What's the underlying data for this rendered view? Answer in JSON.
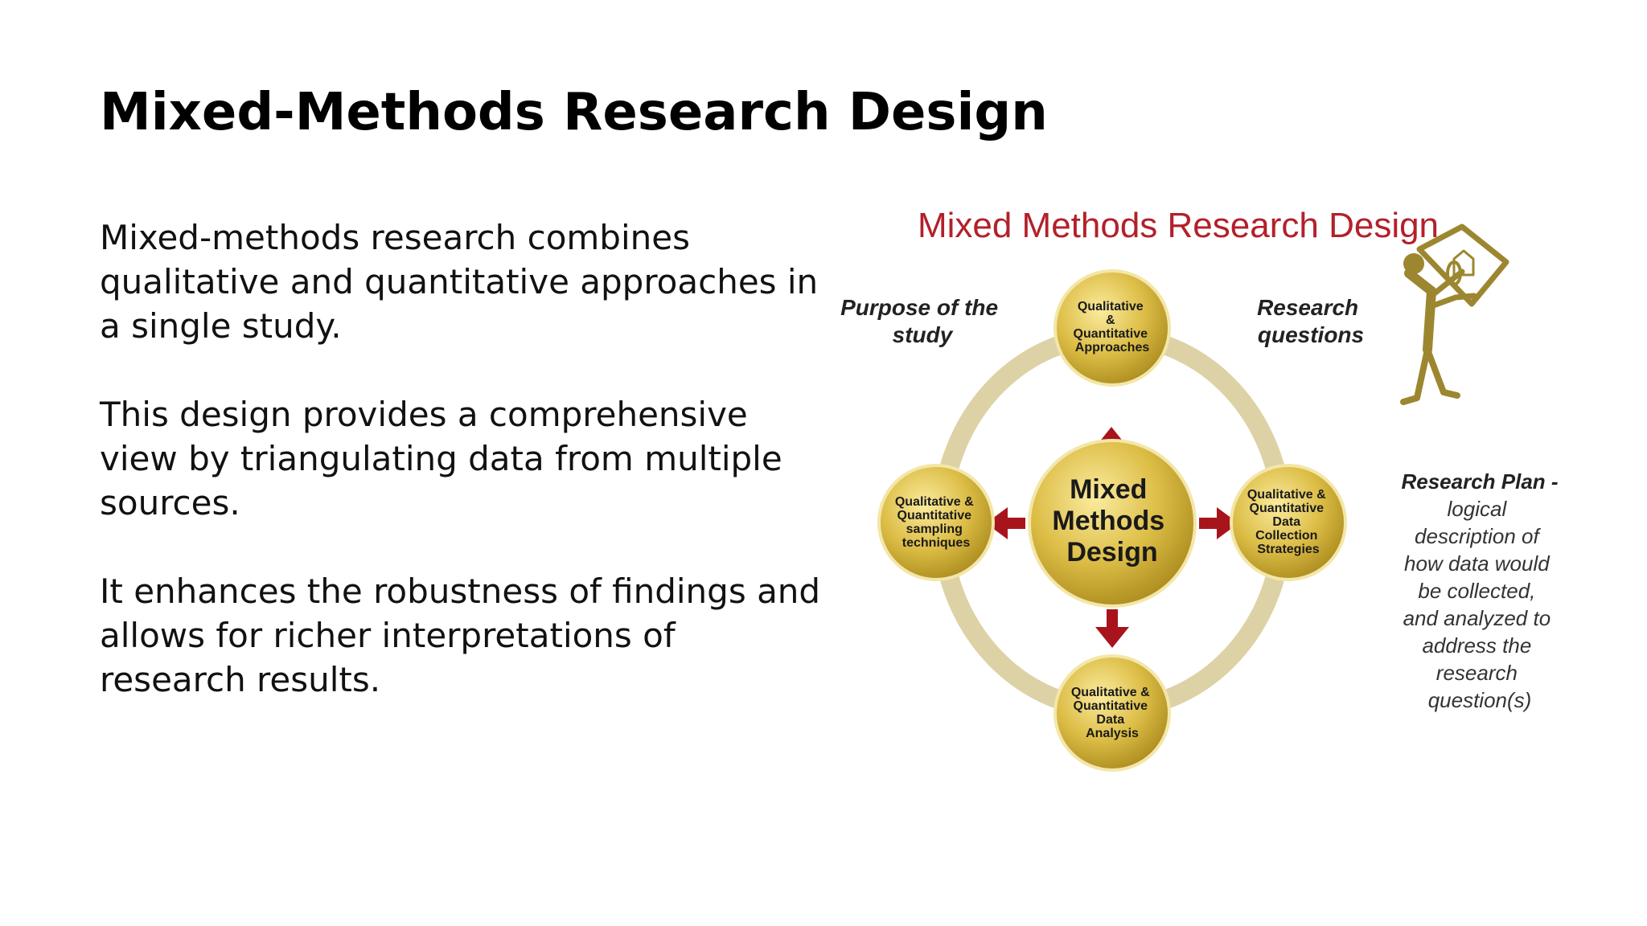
{
  "slide": {
    "title": "Mixed-Methods Research Design",
    "paragraphs": [
      "Mixed-methods research combines qualitative and quantitative approaches in a single study.",
      "This design provides a comprehensive view by triangulating data from multiple sources.",
      "It enhances the robustness of findings and allows for richer interpretations of research results."
    ]
  },
  "figure": {
    "title": "Mixed Methods Research Design",
    "purpose_label": [
      "Purpose of the",
      "study"
    ],
    "questions_label": [
      "Research",
      "questions"
    ],
    "center": [
      "Mixed",
      "Methods",
      "Design"
    ],
    "nodes": {
      "top": [
        "Qualitative",
        "&",
        "Quantitative",
        "Approaches"
      ],
      "left": [
        "Qualitative &",
        "Quantitative",
        "sampling",
        "techniques"
      ],
      "right": [
        "Qualitative &",
        "Quantitative",
        "Data",
        "Collection",
        "Strategies"
      ],
      "bottom": [
        "Qualitative &",
        "Quantitative",
        "Data",
        "Analysis"
      ]
    },
    "plan_heading": "Research Plan -",
    "plan_lines": [
      "logical",
      "description of",
      "how data would",
      "be collected,",
      "and analyzed to",
      "address the",
      "research",
      "question(s)"
    ],
    "colors": {
      "title_red": "#b3202a",
      "gold": "#d4b23a",
      "arrow_red": "#a8141b",
      "ring": "#ddd2a6",
      "figure_olive": "#9c8730"
    }
  }
}
